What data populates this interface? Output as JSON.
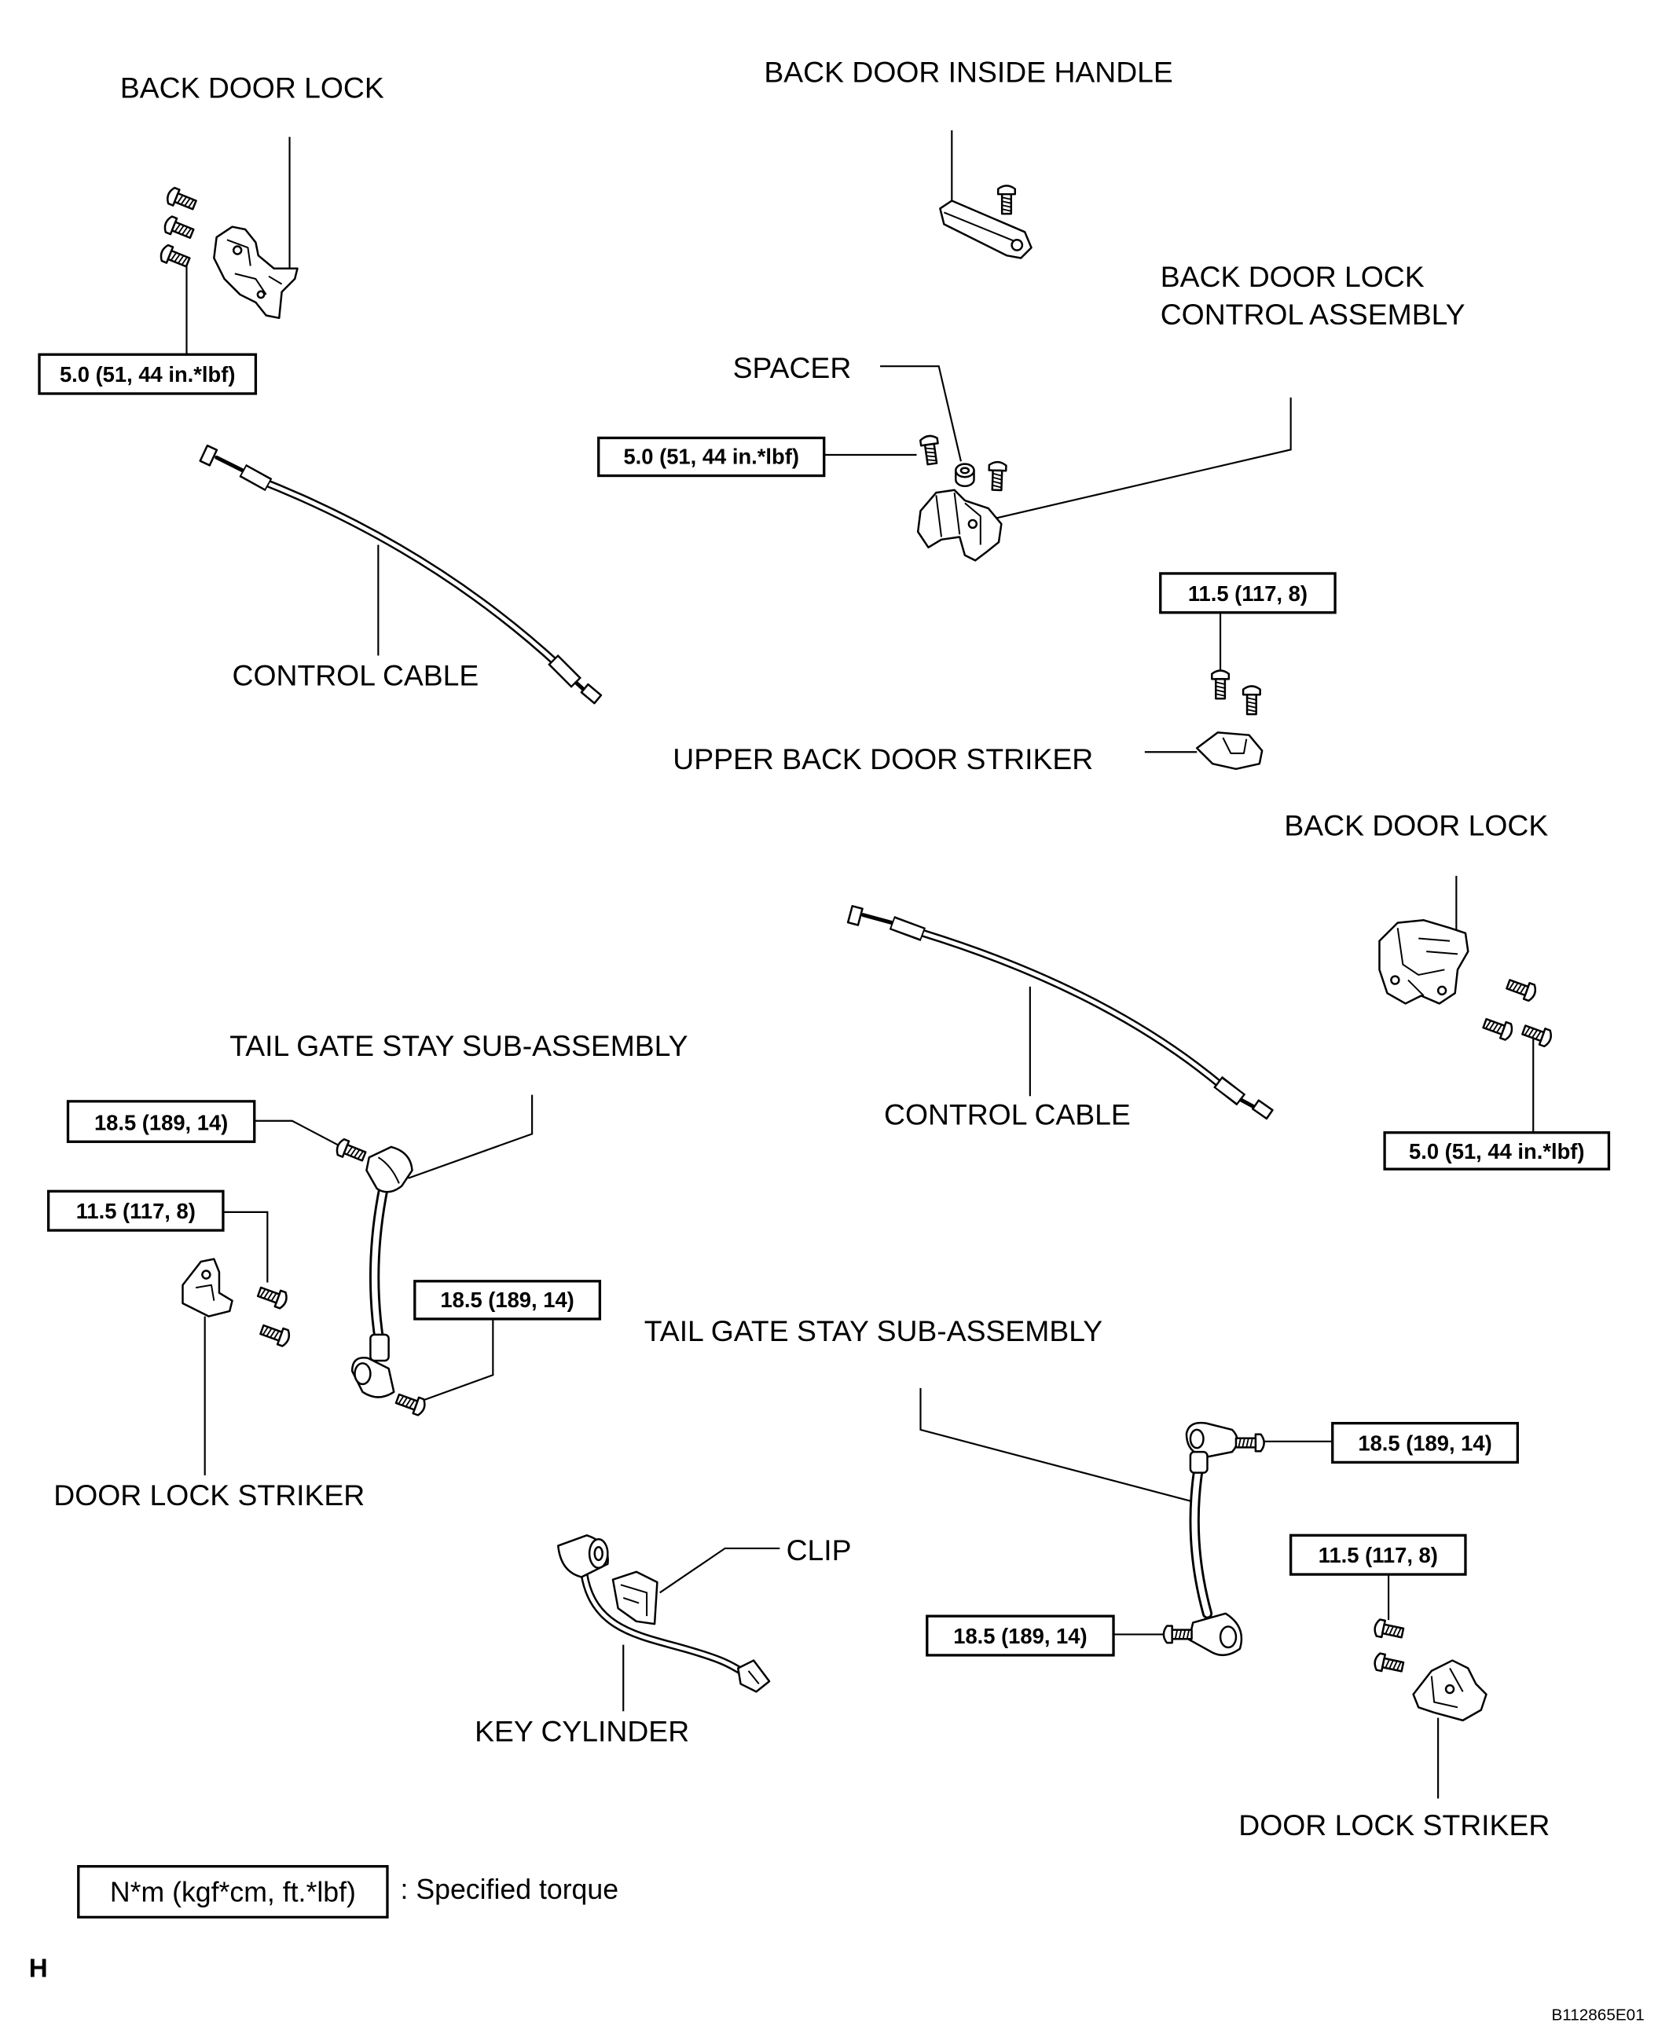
{
  "callouts": {
    "back_door_lock_upper": "BACK DOOR LOCK",
    "back_door_inside_handle": "BACK DOOR INSIDE HANDLE",
    "lock_control_assembly": [
      "BACK DOOR LOCK",
      "CONTROL ASSEMBLY"
    ],
    "spacer": "SPACER",
    "control_cable_upper": "CONTROL CABLE",
    "upper_back_door_striker": "UPPER BACK DOOR STRIKER",
    "back_door_lock_lower": "BACK DOOR LOCK",
    "tail_gate_stay_left": "TAIL GATE STAY SUB-ASSEMBLY",
    "control_cable_lower": "CONTROL CABLE",
    "tail_gate_stay_right": "TAIL GATE STAY SUB-ASSEMBLY",
    "door_lock_striker_left": "DOOR LOCK STRIKER",
    "clip": "CLIP",
    "key_cylinder": "KEY CYLINDER",
    "door_lock_striker_right": "DOOR LOCK STRIKER"
  },
  "torque_specs": {
    "back_door_lock_upper_bolts": "5.0 (51, 44 in.*lbf)",
    "lock_control_assembly_bolt": "5.0 (51, 44 in.*lbf)",
    "upper_striker_bolts": "11.5 (117, 8)",
    "tail_gate_stay_left_upper": "18.5 (189, 14)",
    "door_lock_striker_left_bolts": "11.5 (117, 8)",
    "back_door_lock_lower_bolts": "5.0 (51, 44 in.*lbf)",
    "tail_gate_stay_left_lower": "18.5 (189, 14)",
    "tail_gate_stay_right_upper": "18.5 (189, 14)",
    "door_lock_striker_right_bolts": "11.5 (117, 8)",
    "tail_gate_stay_right_lower": "18.5 (189, 14)"
  },
  "legend": {
    "unit_box": "N*m (kgf*cm, ft.*lbf)",
    "description": ": Specified torque"
  },
  "footer": {
    "section_letter": "H",
    "figure_code": "B112865E01"
  }
}
